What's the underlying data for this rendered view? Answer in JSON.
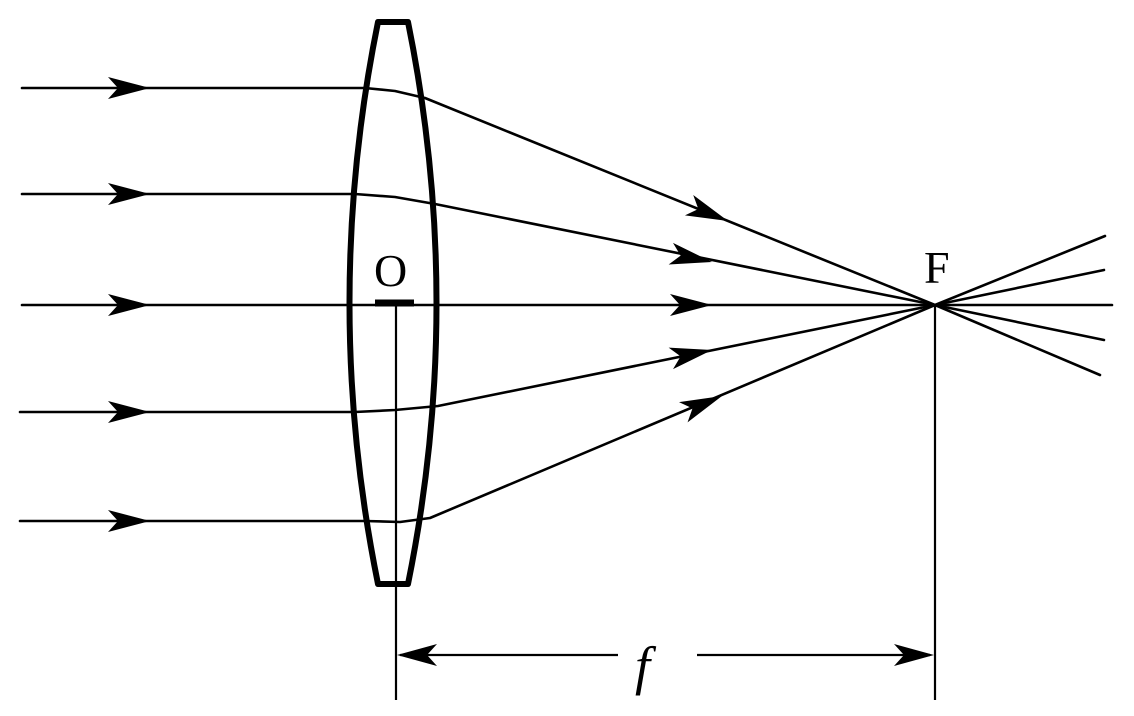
{
  "labels": {
    "optical_center": "O",
    "focal_point": "F",
    "focal_length": "f"
  },
  "colors": {
    "ink": "#000000",
    "background": "#ffffff"
  },
  "elements": {
    "lens": "convex-lens",
    "incident_ray_count": 5,
    "focal_length_dimension": "double-arrow"
  }
}
